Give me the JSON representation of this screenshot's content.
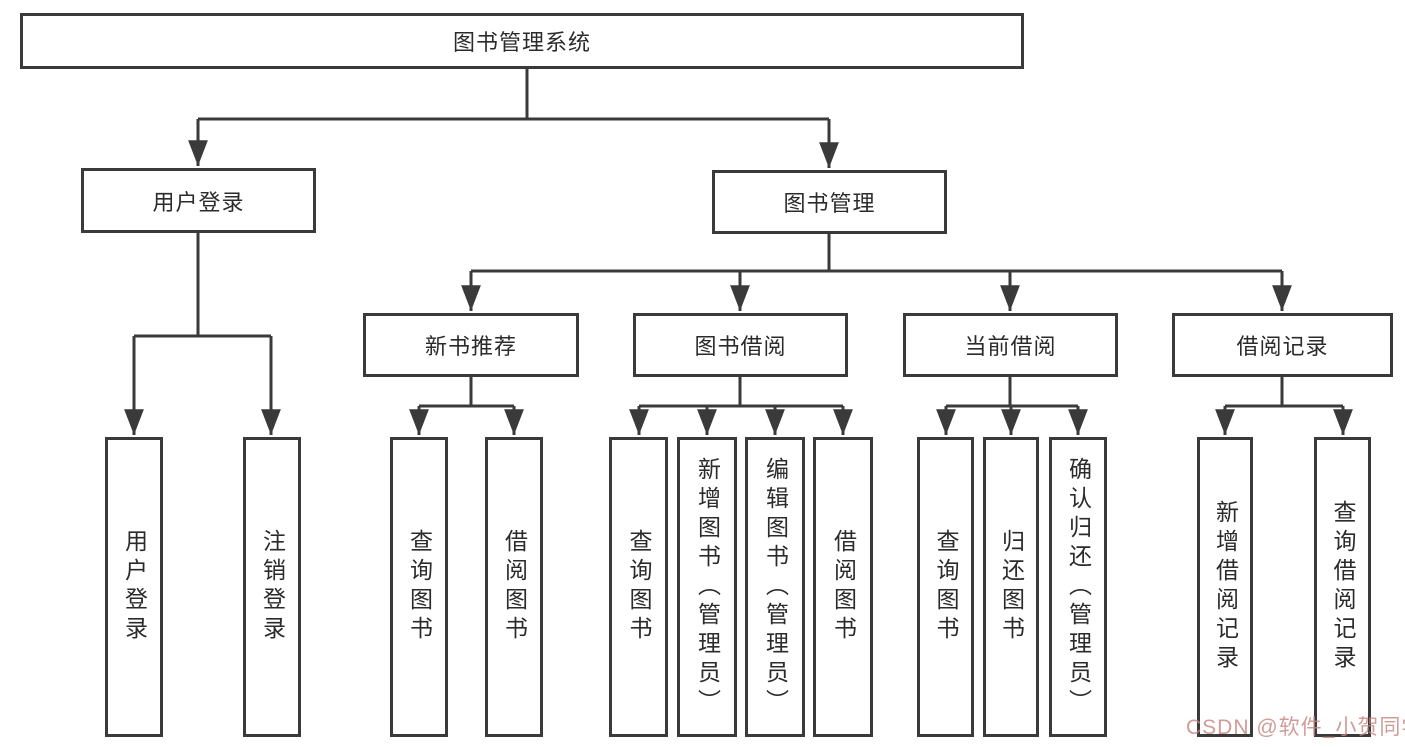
{
  "root": {
    "label": "图书管理系统"
  },
  "login": {
    "label": "用户登录",
    "children": [
      {
        "label": "用户登录"
      },
      {
        "label": "注销登录"
      }
    ]
  },
  "management": {
    "label": "图书管理",
    "groups": [
      {
        "label": "新书推荐",
        "children": [
          {
            "label": "查询图书"
          },
          {
            "label": "借阅图书"
          }
        ]
      },
      {
        "label": "图书借阅",
        "children": [
          {
            "label": "查询图书"
          },
          {
            "label": "新增图书（管理员）"
          },
          {
            "label": "编辑图书（管理员）"
          },
          {
            "label": "借阅图书"
          }
        ]
      },
      {
        "label": "当前借阅",
        "children": [
          {
            "label": "查询图书"
          },
          {
            "label": "归还图书"
          },
          {
            "label": "确认归还（管理员）"
          }
        ]
      },
      {
        "label": "借阅记录",
        "children": [
          {
            "label": "新增借阅记录"
          },
          {
            "label": "查询借阅记录"
          }
        ]
      }
    ]
  },
  "watermark": {
    "text": "CSDN @软件_小贺同学",
    "color": "#c68681"
  },
  "colors": {
    "line": "#3a3a3a",
    "box_border": "#3a3a3a",
    "text": "#2b2b2b",
    "background": "#ffffff"
  }
}
